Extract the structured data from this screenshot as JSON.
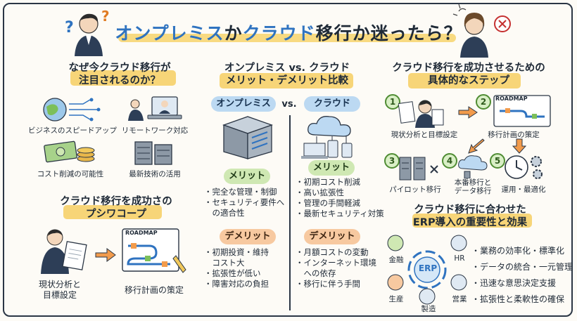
{
  "title": {
    "part1": "オンプレミス",
    "part2": "か",
    "part3": "クラウド",
    "part4": "移行か迷ったら？"
  },
  "left": {
    "why_title_1": "なぜ今クラウド移行が",
    "why_title_2": "注目されるのか？",
    "reasons": [
      "ビジネスのスピードアップ",
      "リモートワーク対応",
      "コスト削減の可能性",
      "最新技術の活用"
    ],
    "approach_title_1": "クラウド移行を成功さの",
    "approach_title_2": "プシワコープ",
    "approach_steps": [
      "現状分析と",
      "目標設定",
      "移行計画の策定"
    ],
    "roadmap_label": "ROADMAP"
  },
  "middle": {
    "title_1": "オンプレミス vs. クラウド",
    "title_2": "メリット・デメリット比較",
    "onprem_label": "オンプレミス",
    "vs": "vs.",
    "cloud_label": "クラウド",
    "merit": "メリット",
    "demerit": "デメリット",
    "onprem_merits": [
      "・完全な管理・制御",
      "・セキュリティ要件へ",
      "　の適合性"
    ],
    "onprem_demerits": [
      "・初期投資・維持",
      "　コスト大",
      "・拡張性が低い",
      "・障害対応の負担"
    ],
    "cloud_merits": [
      "・初期コスト削減",
      "・高い拡張性",
      "・管理の手間軽減",
      "・最新セキュリティ対策"
    ],
    "cloud_demerits": [
      "・月額コストの変動",
      "・インターネット環境",
      "　への依存",
      "・移行に伴う手間"
    ]
  },
  "right": {
    "steps_title_1": "クラウド移行を成功させるための",
    "steps_title_2": "具体的なステップ",
    "steps": [
      {
        "num": "1",
        "label": "現状分析と目標設定"
      },
      {
        "num": "2",
        "label": "移行計画の策定"
      },
      {
        "num": "3",
        "label": "パイロット移行"
      },
      {
        "num": "4",
        "label_1": "本番移行と",
        "label_2": "データ移行"
      },
      {
        "num": "5",
        "label": "運用・最適化"
      }
    ],
    "roadmap_label": "ROADMAP",
    "erp_title_1": "クラウド移行に合わせた",
    "erp_title_2": "ERP導入の重要性と効果",
    "erp_center": "ERP",
    "erp_nodes": [
      "金融",
      "HR",
      "生産",
      "製造",
      "営業"
    ],
    "erp_benefits": [
      "・業務の効率化・標準化",
      "・データの統合・一元管理",
      "・迅速な意思決定支援",
      "・拡張性と柔軟性の確保"
    ]
  },
  "colors": {
    "accent_blue": "#2f73c0",
    "highlight": "#f6d06a",
    "merit_green": "#cfe8b3",
    "demerit_orange": "#f7c9a0"
  }
}
